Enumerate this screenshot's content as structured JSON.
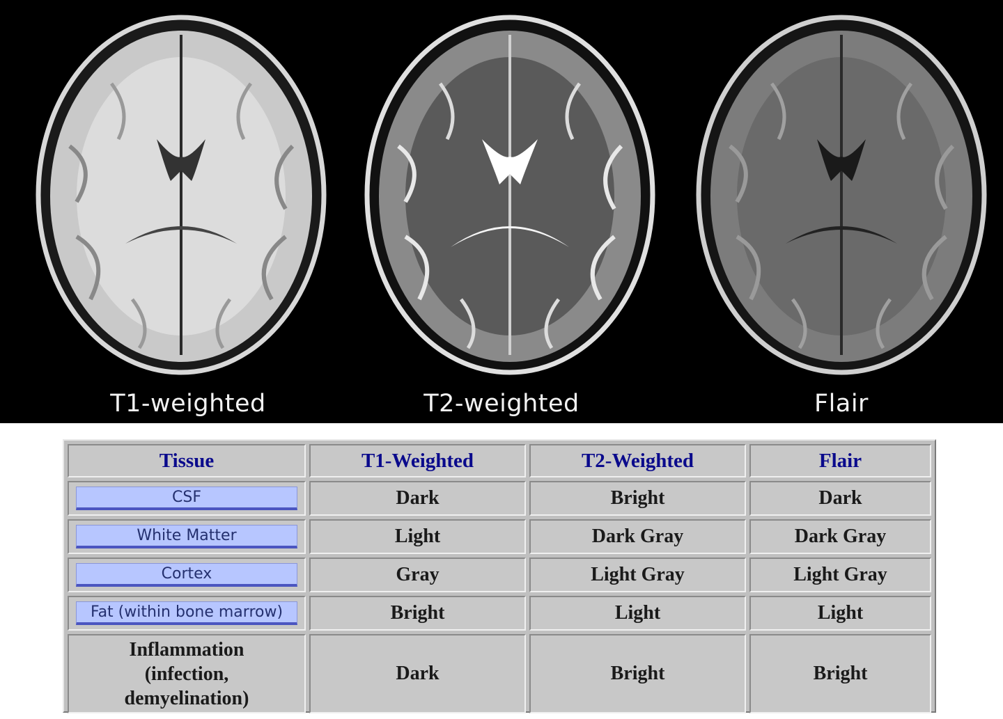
{
  "scans": [
    {
      "label": "T1-weighted",
      "tone": "t1"
    },
    {
      "label": "T2-weighted",
      "tone": "t2"
    },
    {
      "label": "Flair",
      "tone": "flair"
    }
  ],
  "table": {
    "headers": [
      "Tissue",
      "T1-Weighted",
      "T2-Weighted",
      "Flair"
    ],
    "rows": [
      {
        "tissue": "CSF",
        "t1": "Dark",
        "t2": "Bright",
        "flair": "Dark"
      },
      {
        "tissue": "White Matter",
        "t1": "Light",
        "t2": "Dark Gray",
        "flair": "Dark Gray"
      },
      {
        "tissue": "Cortex",
        "t1": "Gray",
        "t2": "Light Gray",
        "flair": "Light Gray"
      },
      {
        "tissue": "Fat (within bone marrow)",
        "t1": "Bright",
        "t2": "Light",
        "flair": "Light"
      },
      {
        "tissue_lines": [
          "Inflammation",
          "(infection,",
          "demyelination)"
        ],
        "t1": "Dark",
        "t2": "Bright",
        "flair": "Bright"
      }
    ]
  },
  "colors": {
    "header_text": "#0a0a8c",
    "button_fill": "#b7c6ff",
    "button_border": "#4b55c0"
  }
}
